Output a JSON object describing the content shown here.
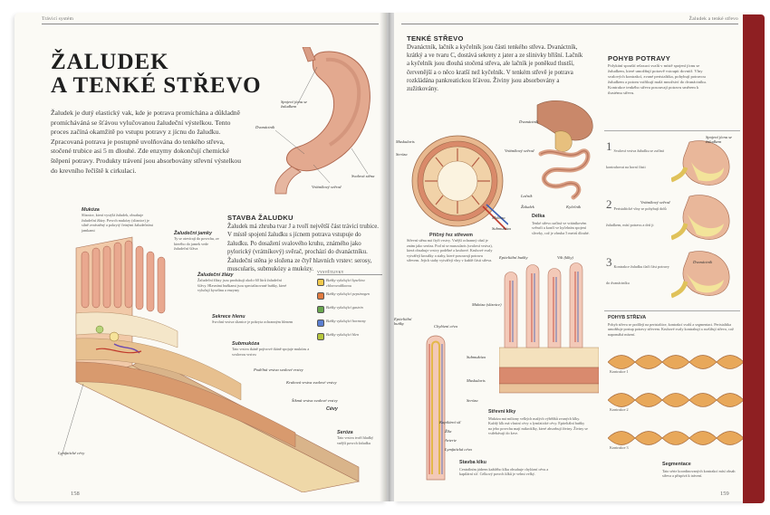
{
  "left_page": {
    "running_head": "Trávicí systém",
    "title_line1": "Žaludek",
    "title_line2": "a tenké střevo",
    "intro": "Žaludek je dutý elastický vak, kde je potrava promíchána a důkladně promícháváná se šťávou vylučovanou žaludeční výstelkou. Tento proces začíná okamžitě po vstupu potravy z jícnu do žaludku. Zpracovaná potrava je postupně uvolňována do tenkého střeva, stočené trubice asi 5 m dlouhé. Zde enzymy dokončují chemické štěpení potravy. Produkty trávení jsou absorbovány střevní výstelkou do krevního řečiště k cirkulaci.",
    "stomach_labels": {
      "sphincter": "Spojení jícnu se žaludkem",
      "duodenum": "Dvanáctník",
      "pyloric": "Vrátníkový svěrač",
      "wall": "Svalová stěna"
    },
    "section_heading": "Stavba žaludku",
    "section_text": "Žaludek má zhruba tvar J a tvoří největší část trávicí trubice. V místě spojení žaludku s jícnem potrava vstupuje do žaludku. Po dosažení svalového kruhu, známého jako pylorický (vrátníkový) svěrač, prochází do dvanáctníku. Žaludeční stěna je složena ze čtyř hlavních vrstev: serosy, muscularis, submukózy a mukózy.",
    "diagram_labels": {
      "mucosa_title": "Mukóza",
      "mucosa_text": "Sliznice, která vystýlá žaludek, obsahuje žaludeční žlázy. Povrch mukózy (sliznice) je silně zvrásněný a pokrytý četnými žaludečními jamkami",
      "pits_title": "Žaludeční jamky",
      "pits_text": "Ty se otevírají do povrchu, ze kterého do jamek vede žaludeční šťáva",
      "glands_title": "Žaludeční žlázy",
      "glands_text": "Žaludeční žlázy jsou produkují okolo 60 litrů žaludeční šťávy. Hlavními buňkami jsou specializované buňky, které vylučují kyselinu a enzymy",
      "mucus_title": "Sekrece hlenu",
      "mucus_text": "Svrchní vrstva sliznice je pokryta ochranným hlenem",
      "submucosa_title": "Submukóza",
      "submucosa_text": "Tato vrstva tkáně pojivové tkáně spojuje mukózu a svalovou vrstvu",
      "oblique": "Šikmá vrstva svalové vrstvy",
      "circular": "Kruhová vrstva svalové vrstvy",
      "longitudinal": "Podélná vrstva svalové vrstvy",
      "serosa_title": "Seróza",
      "serosa_text": "Tato vrstva tvoří hladký vnější povrch žaludku",
      "lymph": "Lymfatické cévy",
      "vessels": "Cévy"
    },
    "legend_title": "Vysvětlivky",
    "legend": [
      {
        "label": "Buňky vylučující kyselinu chlorovodíkovou",
        "color": "#f2c94c"
      },
      {
        "label": "Buňky vylučující pepsinogen",
        "color": "#e07a3f"
      },
      {
        "label": "Buňky vylučující gastrin",
        "color": "#6aa84f"
      },
      {
        "label": "Buňky vylučující hormony",
        "color": "#5b7fd1"
      },
      {
        "label": "Buňky vylučující hlen",
        "color": "#b5c53b"
      }
    ],
    "page_number": "158"
  },
  "right_page": {
    "running_head": "Žaludek a tenké střevo",
    "small_intestine_heading": "Tenké střevo",
    "small_intestine_text": "Dvanáctník, lačník a kyčelník jsou části tenkého střeva. Dvanáctník, krátký a ve tvaru C, dostává sekrety z jater a ze slinivky břišní. Lačník a kyčelník jsou dlouhá stočená střeva, ale lačník je poněkud tlustší, červenější a o něco kratší než kyčelník. V tenkém střevě je potrava rozkládána pankreatickou šťávou. Živiny jsou absorbovány a zužitkovány.",
    "cross_labels": {
      "muscularis": "Muskularis",
      "serosa": "Seróza",
      "mucosa": "Mukóza",
      "submucosa": "Submukóza",
      "caption_title": "Příčný řez střevem",
      "caption_text": "Střevní stěna má čtyři vrstvy. Vnější ochranný obal je znám jako seróza. Pod ní se muscularis (svalová vrstva), která obsahuje vrstvy podélné a kruhové. Kruhové svaly vytvářejí kroužky a stahy, které posouvají potravu střevem. Jejich stahy vytvářejí vlny v každé části střeva."
    },
    "organ_labels": {
      "duodenum": "Dvanáctník",
      "pyloric": "Vrátníkový svěrač",
      "jejunum": "Lačník",
      "ileum": "Kyčelník",
      "stomach": "Žaludek"
    },
    "length_heading": "Délka",
    "length_text": "Tenké střevo začíná ve vrátníkovém svěrači a končí ve kyčelním spojení sliveky, což je zhruba 5 metrů dlouhé.",
    "villi_labels": {
      "epithelium": "Epiteliální buňky",
      "villus": "Vili (klky)",
      "mucosa": "Mukóza (sliznice)",
      "submucosa": "Submukóza",
      "muscularis": "Muskularis",
      "serosa": "Seróza",
      "epithelial_cells": "Epiteliální buňky",
      "lacteal": "Chylózní céva",
      "vein": "Žíla",
      "artery": "Arterie",
      "lymph": "Lymfatická céva",
      "capillary": "Kapilární síť"
    },
    "villi_heading": "Střevní klky",
    "villi_text": "Mukóza má miliony velkých malých výběžků zvaných klky. Každý klk má vlastní cévy a lymfatické cévy. Epiteliální buňky na jeho povrchu mají mikroklky, které absorbují živiny. Živiny se vstřebávají do krve.",
    "wall_heading": "Stavba klku",
    "wall_text": "Centrálním jádrem každého klku obsahuje chylózní cévu a kapilární síť. Celkový povrch klků je velmi velký.",
    "motion_heading": "Pohyb potravy",
    "motion_text": "Polykání spouští relaxaci svalů v místě spojení jícnu se žaludkem, které umožňují potravě vstoupit dovnitř. Vlny svalových kontrakcí, zvané peristaltika, pohybují potravou žaludkem a potom vstřikují malá množství do dvanáctníku. Kontrakce tenkého střeva posouvají potravu směrem k tlustému střevu.",
    "steps": [
      {
        "n": "1",
        "text": "Svalová vrstva žaludku se začíná kontrahovat na horní části"
      },
      {
        "n": "2",
        "text": "Peristaltické vlny se pohybují dolů žaludkem, mísí potravu a drtí ji"
      },
      {
        "n": "3",
        "text": "Kontrakce žaludku tlačí část potravy do dvanáctníku"
      }
    ],
    "step_labels": {
      "esophagus_join": "Spojení jícnu se žaludkem",
      "pyloric": "Vrátníkový svěrač",
      "duodenum": "Dvanáctník"
    },
    "peristalsis_heading": "Pohyb střeva",
    "peristalsis_text": "Pohyb střeva se podílejí na peristaltice, kontrakcí svalů a segmentaci. Peristaltika umožňuje postup potravy střevem. Kruhové svaly kontrahují a rozšiřují střevo, což napomáhá mísení.",
    "contraction_labels": [
      "Kontrakce 1",
      "Kontrakce 2",
      "Kontrakce 3"
    ],
    "segmentation_heading": "Segmentace",
    "segmentation_text": "Tato série koordinovaných kontrakcí mísí obsah střeva a přispívá k trávení.",
    "page_number": "159"
  }
}
